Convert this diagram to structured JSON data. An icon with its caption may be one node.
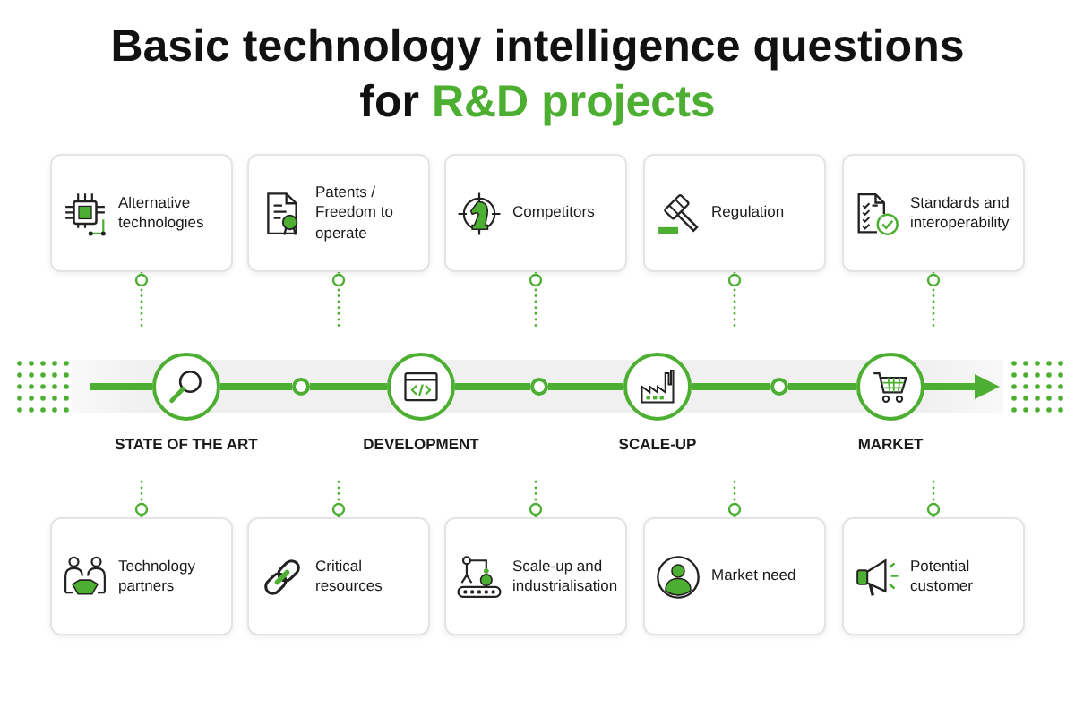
{
  "diagram": {
    "title": "Basic technology intelligence questions for R&D projects",
    "nodes": [
      {
        "text": [
          "Alternative technologies"
        ]
      },
      {
        "text": [
          "Patents / Freedom to operate"
        ]
      },
      {
        "text": [
          "Competitors"
        ]
      },
      {
        "text": [
          "Regulation"
        ]
      },
      {
        "text": [
          "Standards and interoperability"
        ]
      },
      {
        "text": [
          "STATE OF THE ART"
        ]
      },
      {
        "text": [],
        "shape": "circle"
      },
      {
        "text": [
          "DEVELOPMENT"
        ]
      },
      {
        "text": [],
        "shape": "circle"
      },
      {
        "text": [
          "SCALE-UP"
        ]
      },
      {
        "text": [],
        "shape": "circle"
      },
      {
        "text": [
          "MARKET"
        ]
      },
      {
        "text": [
          "Technology partners"
        ]
      },
      {
        "text": [
          "Critical resources"
        ]
      },
      {
        "text": [
          "Scale-up and industrialisation"
        ]
      },
      {
        "text": [
          "Market need"
        ]
      },
      {
        "text": [
          "Potential customer"
        ]
      }
    ],
    "edges": [
      {
        "from": null,
        "to": 5,
        "arrow": "none",
        "style": "thick"
      },
      {
        "from": 5,
        "to": 6,
        "arrow": "none",
        "style": "thick"
      },
      {
        "from": 6,
        "to": 7,
        "arrow": "none",
        "style": "thick"
      },
      {
        "from": 7,
        "to": 8,
        "arrow": "none",
        "style": "thick"
      },
      {
        "from": 8,
        "to": 9,
        "arrow": "none",
        "style": "thick"
      },
      {
        "from": 9,
        "to": 10,
        "arrow": "none",
        "style": "thick"
      },
      {
        "from": 10,
        "to": 11,
        "arrow": "none",
        "style": "thick"
      },
      {
        "from": 11,
        "to": null,
        "arrow": "to",
        "style": "thick"
      },
      {
        "from": 0,
        "to": null,
        "arrow": "other",
        "style": "dashed"
      },
      {
        "from": 1,
        "to": null,
        "arrow": "other",
        "style": "dashed"
      },
      {
        "from": 2,
        "to": null,
        "arrow": "other",
        "style": "dashed"
      },
      {
        "from": 3,
        "to": null,
        "arrow": "other",
        "style": "dashed"
      },
      {
        "from": 4,
        "to": null,
        "arrow": "other",
        "style": "dashed"
      },
      {
        "from": 12,
        "to": null,
        "arrow": "other",
        "style": "dashed"
      },
      {
        "from": 13,
        "to": null,
        "arrow": "other",
        "style": "dashed"
      },
      {
        "from": 14,
        "to": null,
        "arrow": "other",
        "style": "dashed"
      },
      {
        "from": 15,
        "to": null,
        "arrow": "other",
        "style": "dashed"
      },
      {
        "from": 16,
        "to": null,
        "arrow": "other",
        "style": "dashed"
      }
    ]
  }
}
